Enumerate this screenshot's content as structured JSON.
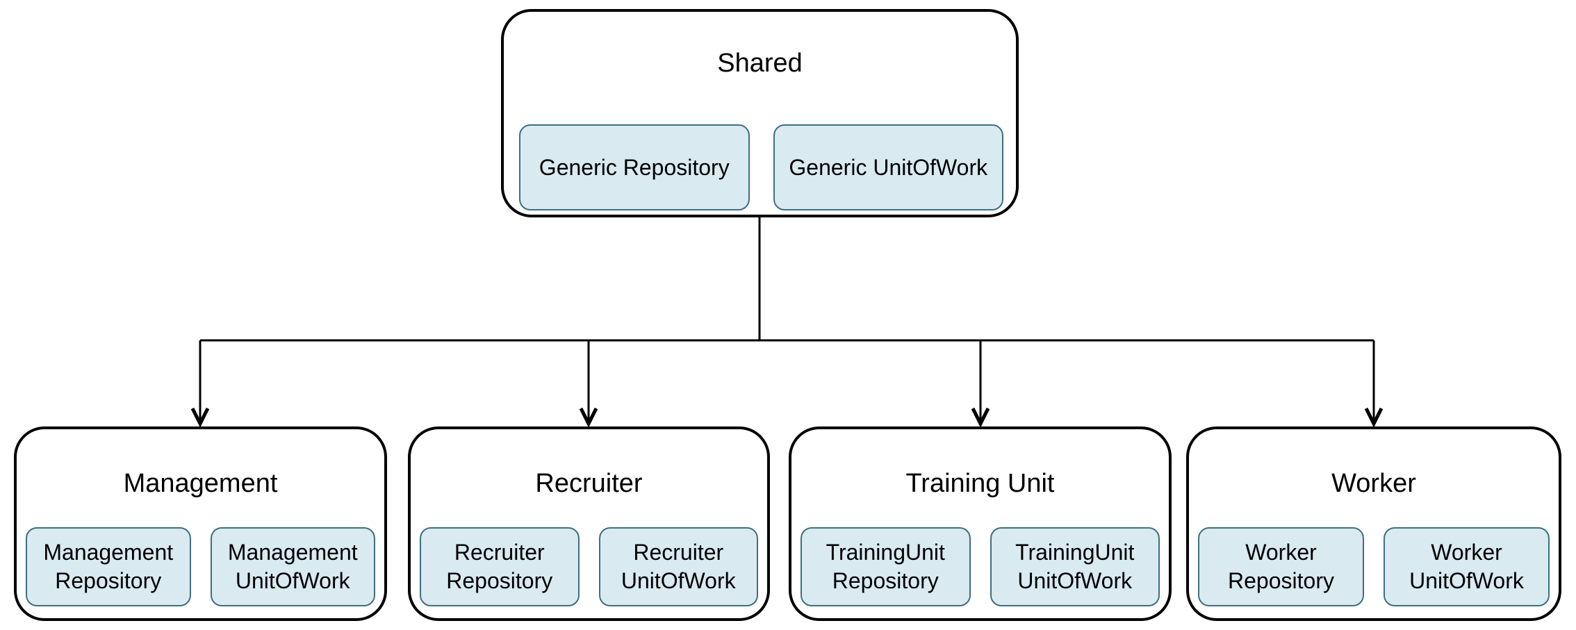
{
  "diagram_type": "module-hierarchy",
  "groups": [
    {
      "id": "shared",
      "title": "Shared",
      "items": [
        "Generic Repository",
        "Generic UnitOfWork"
      ]
    },
    {
      "id": "management",
      "title": "Management",
      "items": [
        "Management Repository",
        "Management UnitOfWork"
      ]
    },
    {
      "id": "recruiter",
      "title": "Recruiter",
      "items": [
        "Recruiter Repository",
        "Recruiter UnitOfWork"
      ]
    },
    {
      "id": "training",
      "title": "Training Unit",
      "items": [
        "TrainingUnit Repository",
        "TrainingUnit UnitOfWork"
      ]
    },
    {
      "id": "worker",
      "title": "Worker",
      "items": [
        "Worker Repository",
        "Worker UnitOfWork"
      ]
    }
  ],
  "edges": [
    {
      "from": "Shared",
      "to": "Management",
      "style": "arrow"
    },
    {
      "from": "Shared",
      "to": "Recruiter",
      "style": "arrow"
    },
    {
      "from": "Shared",
      "to": "Training Unit",
      "style": "arrow"
    },
    {
      "from": "Shared",
      "to": "Worker",
      "style": "arrow"
    }
  ],
  "colors": {
    "background": "#ffffff",
    "module_fill": "#ffffff",
    "module_border": "#000000",
    "component_fill": "#d9eaf1",
    "component_border": "#3f6e7d",
    "connector": "#000000",
    "text": "#000000"
  }
}
